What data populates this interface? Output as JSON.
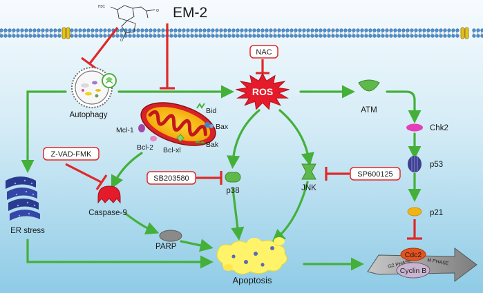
{
  "drug": "EM-2",
  "nodes": {
    "autophagy": "Autophagy",
    "er_stress": "ER stress",
    "ros": "ROS",
    "atm": "ATM",
    "chk2": "Chk2",
    "p53": "p53",
    "p21": "p21",
    "p38": "p38",
    "jnk": "JNK",
    "caspase9": "Caspase-9",
    "parp": "PARP",
    "apoptosis": "Apoptosis",
    "cdc2": "Cdc2",
    "cyclin_b": "Cyclin B",
    "g2_phase": "G2 PHASE",
    "m_phase": "M PHASE"
  },
  "bcl_family": {
    "bid": "Bid",
    "bax": "Bax",
    "bak": "Bak",
    "mcl1": "Mcl-1",
    "bcl2": "Bcl-2",
    "bclxl": "Bcl-xl"
  },
  "inhibitors": {
    "nac": "NAC",
    "zvad": "Z-VAD-FMK",
    "sb203580": "SB203580",
    "sp600125": "SP600125"
  },
  "colors": {
    "activation_arrow": "#44b03a",
    "inhibition": "#e02828",
    "ros_burst": "#e41b2a",
    "background_top": "#f4f9fd",
    "background_bottom": "#9fd2e8"
  }
}
